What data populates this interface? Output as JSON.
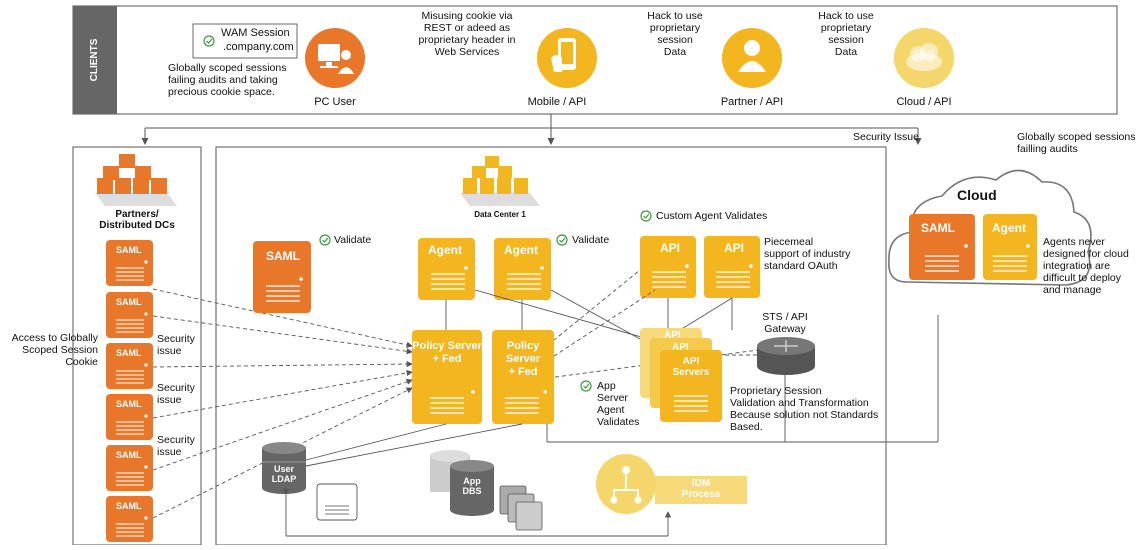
{
  "clients": {
    "section_label": "CLIENTS",
    "wam_session_line1": "WAM Session",
    "wam_session_line2": ".company.com",
    "globally_scoped_note": [
      "Globally scoped sessions",
      "failing audits and taking",
      "precious cookie space."
    ],
    "pc_user_label": "PC User",
    "mobile_note": [
      "Misusing cookie via",
      "REST or adeed as",
      "proprietary header in",
      "Web Services"
    ],
    "mobile_label": "Mobile / API",
    "partner_note": [
      "Hack to use",
      "proprietary",
      "session",
      "Data"
    ],
    "partner_label": "Partner / API",
    "cloud_note": [
      "Hack to use",
      "proprietary",
      "session",
      "Data"
    ],
    "cloud_label": "Cloud / API",
    "cloud_icon_text": "Cloud"
  },
  "partners": {
    "label_line1": "Partners/",
    "label_line2": "Distributed DCs",
    "saml_label": "SAML",
    "access_note": [
      "Access to Globally",
      "Scoped Session",
      "Cookie"
    ],
    "security_issue": [
      "Security",
      "issue"
    ]
  },
  "datacenter": {
    "label": "Data Center 1",
    "saml_label": "SAML",
    "validate": "Validate",
    "agent_label": "Agent",
    "agent_validate": "Validate",
    "custom_agent_validates": "Custom Agent Validates",
    "api_label": "API",
    "oauth_note": [
      "Piecemeal",
      "support of industry",
      "standard OAuth"
    ],
    "sts_note": [
      "STS / API",
      "Gateway"
    ],
    "policy_line1": "Policy Server",
    "policy_line2": "+ Fed",
    "api_servers_line1": "API",
    "api_servers_line2": "Servers",
    "api_stack_back1": "API",
    "api_stack_back2": "API",
    "app_server_note": [
      "App",
      "Server",
      "Agent",
      "Validates"
    ],
    "proprietary_note": [
      "Proprietary Session",
      "Validation and Transformation",
      "Because solution not Standards",
      "Based."
    ],
    "ldap_line1": "User",
    "ldap_line2": "LDAP",
    "app_dbs_line1": "App",
    "app_dbs_line2": "DBS",
    "idm_line1": "IDM",
    "idm_line2": "Process"
  },
  "cloud": {
    "security_issue": "Security Issue",
    "audit_note": [
      "Globally scoped sessions",
      "failling audits"
    ],
    "title": "Cloud",
    "saml_label": "SAML",
    "agent_label": "Agent",
    "agent_note": [
      "Agents never",
      "designed for cloud",
      "integration are",
      "difficult to deploy",
      "and manage"
    ]
  },
  "colors": {
    "orange": "#E8772A",
    "yellow": "#F3B61F",
    "pale_yellow": "#F7D97A",
    "cloud_yellow": "#F5D66B",
    "gray_bar": "#666666",
    "check_green": "#3A9A3A"
  }
}
